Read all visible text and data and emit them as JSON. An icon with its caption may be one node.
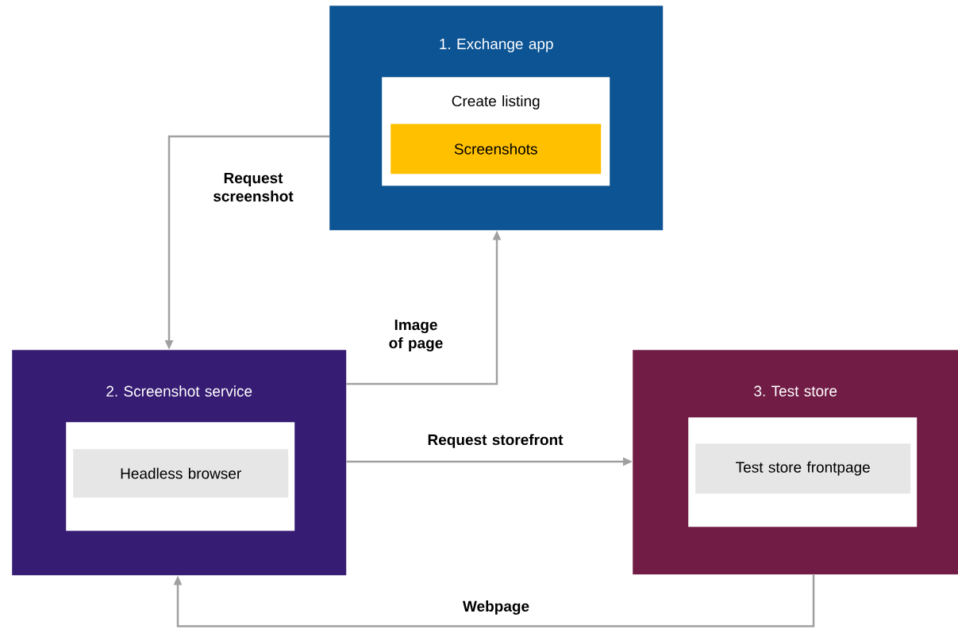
{
  "diagram": {
    "nodes": [
      {
        "text": [
          "1. Exchange app"
        ]
      },
      {
        "text": [
          "Create listing"
        ],
        "in": 0
      },
      {
        "text": [
          "Screenshots"
        ],
        "in": 1
      },
      {
        "text": [
          "2. Screenshot service"
        ]
      },
      {
        "text": [],
        "shape": "box",
        "in": 3
      },
      {
        "text": [
          "Headless browser"
        ],
        "in": 4
      },
      {
        "text": [
          "3. Test store"
        ]
      },
      {
        "text": [],
        "shape": "box",
        "in": 6
      },
      {
        "text": [
          "Test store frontpage"
        ],
        "in": 7
      }
    ],
    "edges": [
      {
        "from": 0,
        "to": 3,
        "arrow": "to",
        "label": "Request screenshot"
      },
      {
        "from": 3,
        "to": 0,
        "arrow": "to",
        "label": "Image of page"
      },
      {
        "from": 3,
        "to": 6,
        "arrow": "to",
        "label": "Request storefront"
      },
      {
        "from": 6,
        "to": 3,
        "arrow": "to",
        "label": "Webpage"
      }
    ]
  }
}
